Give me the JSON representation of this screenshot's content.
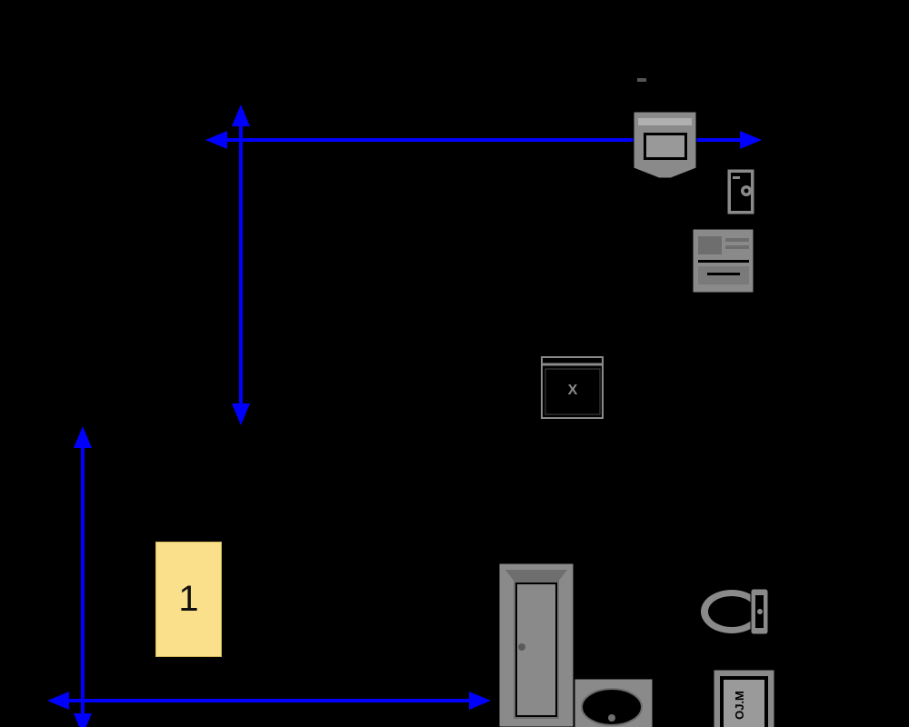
{
  "room_marker": {
    "label": "1"
  },
  "colors": {
    "background": "#000000",
    "dimension_line": "#0000ff",
    "fixture": "#8a8a8a",
    "marker_fill": "#fbe08c"
  },
  "fixtures": {
    "sink_mark": "X",
    "cabinet_mark": "OJ.M"
  },
  "icons": [
    "dimension-arrow-horizontal-top",
    "dimension-arrow-vertical-top",
    "dimension-arrow-vertical-bottom",
    "dimension-arrow-horizontal-bottom",
    "stove-icon",
    "washer-icon",
    "dishwasher-icon",
    "kitchen-sink-icon",
    "bathtub-icon",
    "bathroom-sink-icon",
    "toilet-icon",
    "cabinet-icon"
  ]
}
